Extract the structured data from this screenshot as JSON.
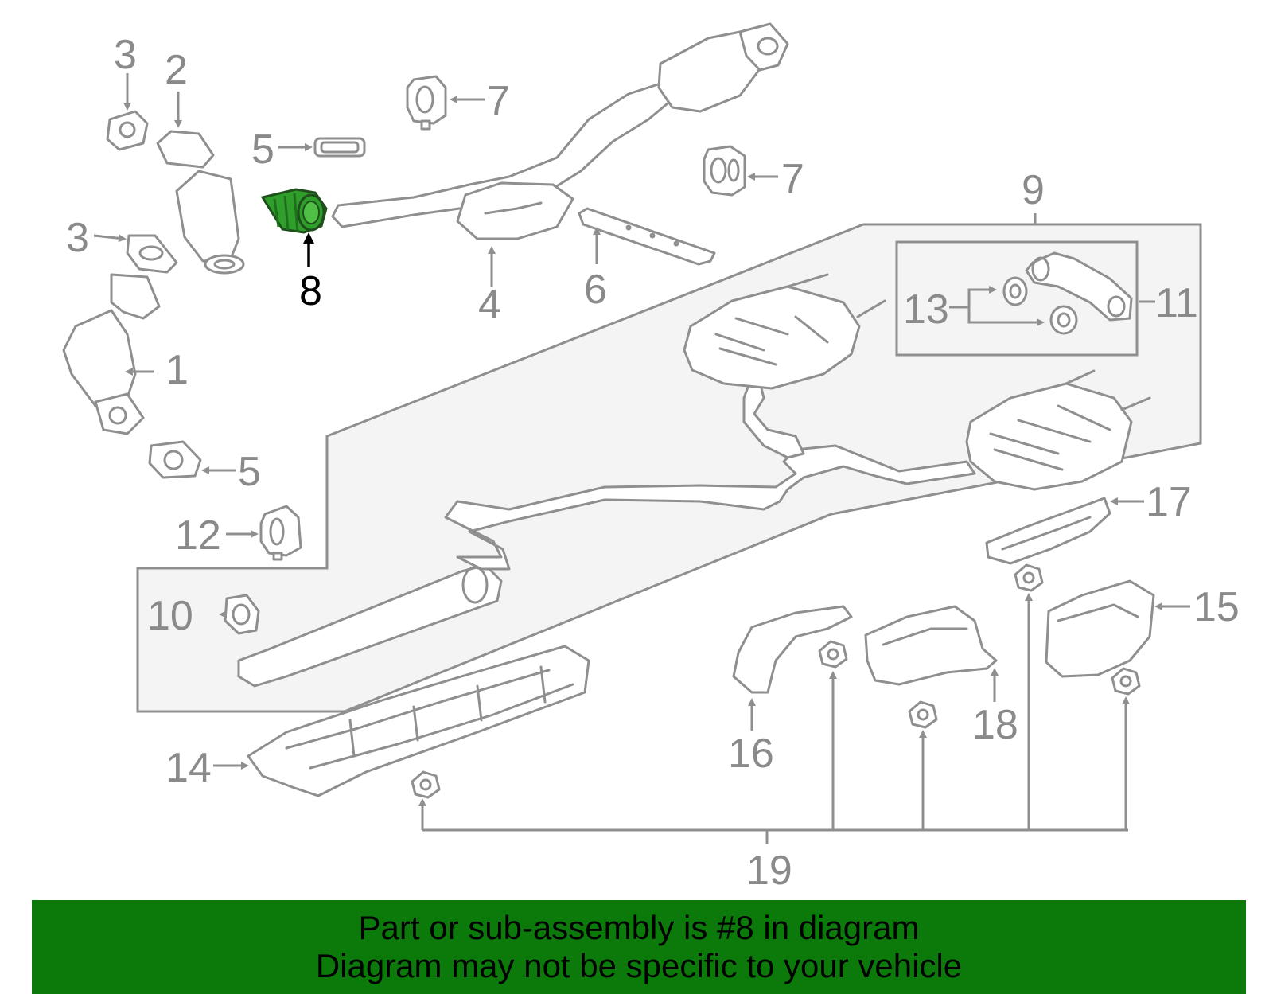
{
  "colors": {
    "line": "#8f8f8f",
    "label": "#8a8a8a",
    "highlight": "#2f9e2a",
    "highlight_dark": "#1f6f1c",
    "banner": "#0b7a0b",
    "panel": "#f4f4f4"
  },
  "highlighted_part": "8",
  "callouts": [
    "1",
    "2",
    "3",
    "3",
    "4",
    "5",
    "5",
    "6",
    "7",
    "7",
    "8",
    "9",
    "10",
    "11",
    "12",
    "13",
    "14",
    "15",
    "16",
    "17",
    "18",
    "19"
  ],
  "banner": {
    "line1": "Part or sub-assembly is #8 in diagram",
    "line2": "Diagram may not be specific to your vehicle"
  }
}
